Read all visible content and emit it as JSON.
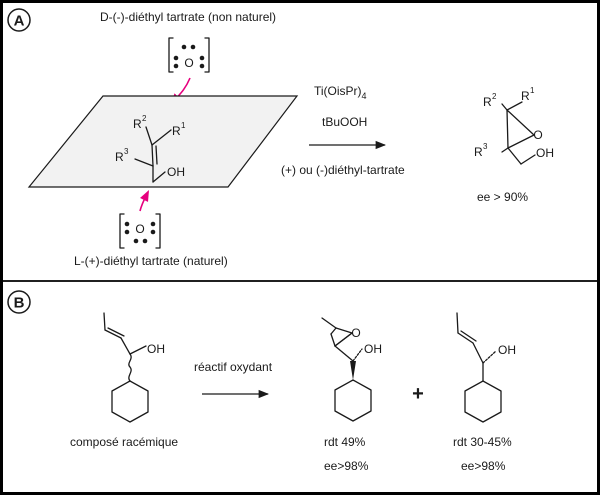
{
  "panel_a": {
    "letter": "A",
    "top_label": "D-(-)-diéthyl tartrate (non naturel)",
    "bottom_label": "L-(+)-diéthyl tartrate (naturel)",
    "oxygen_symbol": "O",
    "substrate": {
      "r1": "R",
      "r1_sup": "1",
      "r2": "R",
      "r2_sup": "2",
      "r3": "R",
      "r3_sup": "3",
      "oh": "OH"
    },
    "reagent_1": "Ti(OisPr)",
    "reagent_1_sub": "4",
    "reagent_2": "tBuOOH",
    "reagent_3": "(+) ou (-)diéthyl-tartrate",
    "product": {
      "r1": "R",
      "r1_sup": "1",
      "r2": "R",
      "r2_sup": "2",
      "r3": "R",
      "r3_sup": "3",
      "o": "O",
      "oh": "OH"
    },
    "ee_label": "ee > 90%"
  },
  "panel_b": {
    "letter": "B",
    "substrate_oh": "OH",
    "substrate_label": "composé racémique",
    "reagent": "réactif oxydant",
    "product1_o": "O",
    "product1_oh": "OH",
    "product1_yield": "rdt 49%",
    "product1_ee": "ee>98%",
    "plus": "+",
    "product2_oh": "OH",
    "product2_yield": "rdt 30-45%",
    "product2_ee": "ee>98%"
  },
  "colors": {
    "frame": "#000000",
    "background": "#ffffff",
    "plane_fill": "#f2f2f2",
    "arrow_magenta": "#e6007e",
    "text": "#1a1a1a"
  }
}
